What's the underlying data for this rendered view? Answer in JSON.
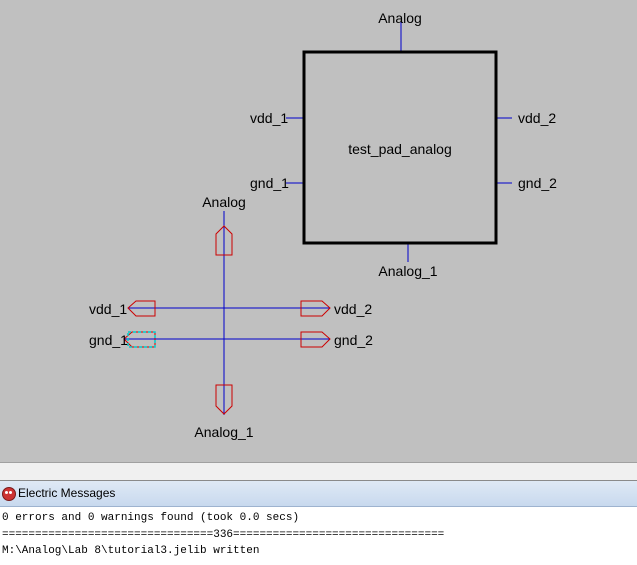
{
  "schematic": {
    "icon": {
      "name": "test_pad_analog",
      "top_port": "Analog",
      "bottom_port": "Analog_1",
      "left_ports": [
        "vdd_1",
        "gnd_1"
      ],
      "right_ports": [
        "vdd_2",
        "gnd_2"
      ]
    },
    "pins": {
      "top": "Analog",
      "bottom": "Analog_1",
      "left_vdd": "vdd_1",
      "left_gnd": "gnd_1",
      "right_vdd": "vdd_2",
      "right_gnd": "gnd_2"
    },
    "colors": {
      "background": "#c0c0c0",
      "wire": "#0000cc",
      "pin": "#cc0000",
      "selection": "#00cccc",
      "icon_border": "#000000"
    }
  },
  "messages": {
    "window_title": "Electric Messages",
    "lines": [
      "0 errors and 0 warnings found (took 0.0 secs)",
      "================================336================================",
      "M:\\Analog\\Lab 8\\tutorial3.jelib written"
    ]
  }
}
